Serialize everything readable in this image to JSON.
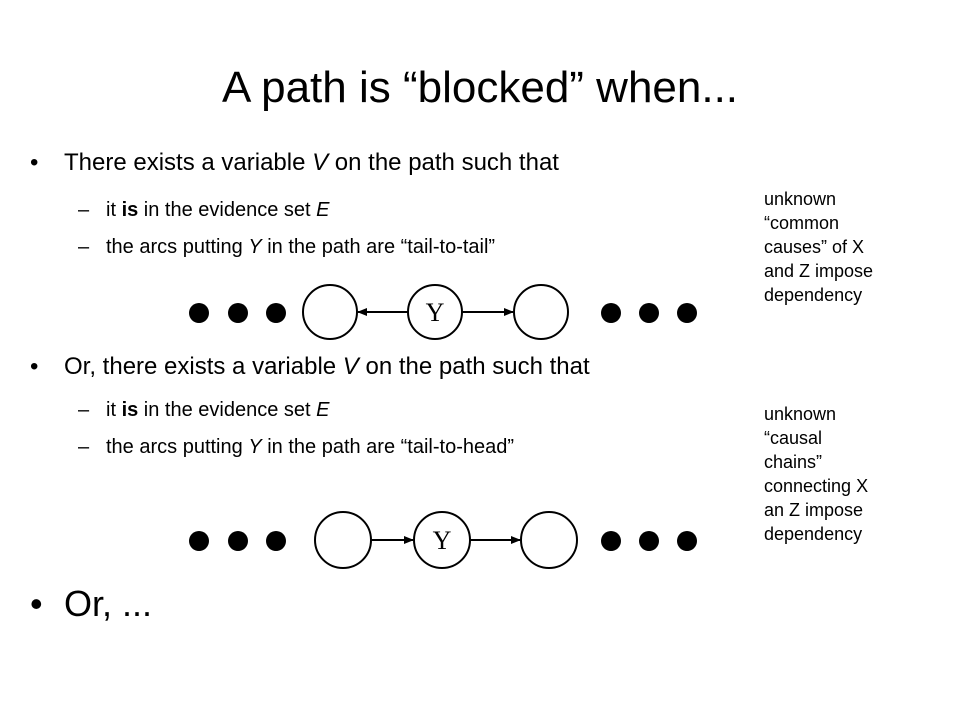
{
  "title": "A path is “blocked” when...",
  "bullet1": {
    "pre": "There exists a variable ",
    "var": "V",
    "post": " on the path such that",
    "sub1": {
      "pre": "it ",
      "bold": "is",
      "mid": " in the evidence set ",
      "var": "E"
    },
    "sub2": {
      "pre": "the arcs putting ",
      "var": "Y",
      "post": " in the path are “tail-to-tail”"
    }
  },
  "bullet2": {
    "pre": "Or, there exists a variable ",
    "var": "V",
    "post": " on the path such that",
    "sub1": {
      "pre": "it ",
      "bold": "is",
      "mid": " in the evidence set ",
      "var": "E"
    },
    "sub2": {
      "pre": "the arcs putting ",
      "var": "Y",
      "post": " in the path are “tail-to-head”"
    }
  },
  "bullet3": {
    "text": "Or, ..."
  },
  "note1": {
    "lines": [
      "unknown",
      "“common",
      "causes” of X",
      "and Z impose",
      "dependency"
    ]
  },
  "note2": {
    "lines": [
      "unknown",
      "“causal",
      "chains”",
      "connecting X",
      "an Z impose",
      "dependency"
    ]
  },
  "diagram1": {
    "center_label": "Y",
    "type": "tail-to-tail"
  },
  "diagram2": {
    "center_label": "Y",
    "type": "tail-to-head"
  }
}
